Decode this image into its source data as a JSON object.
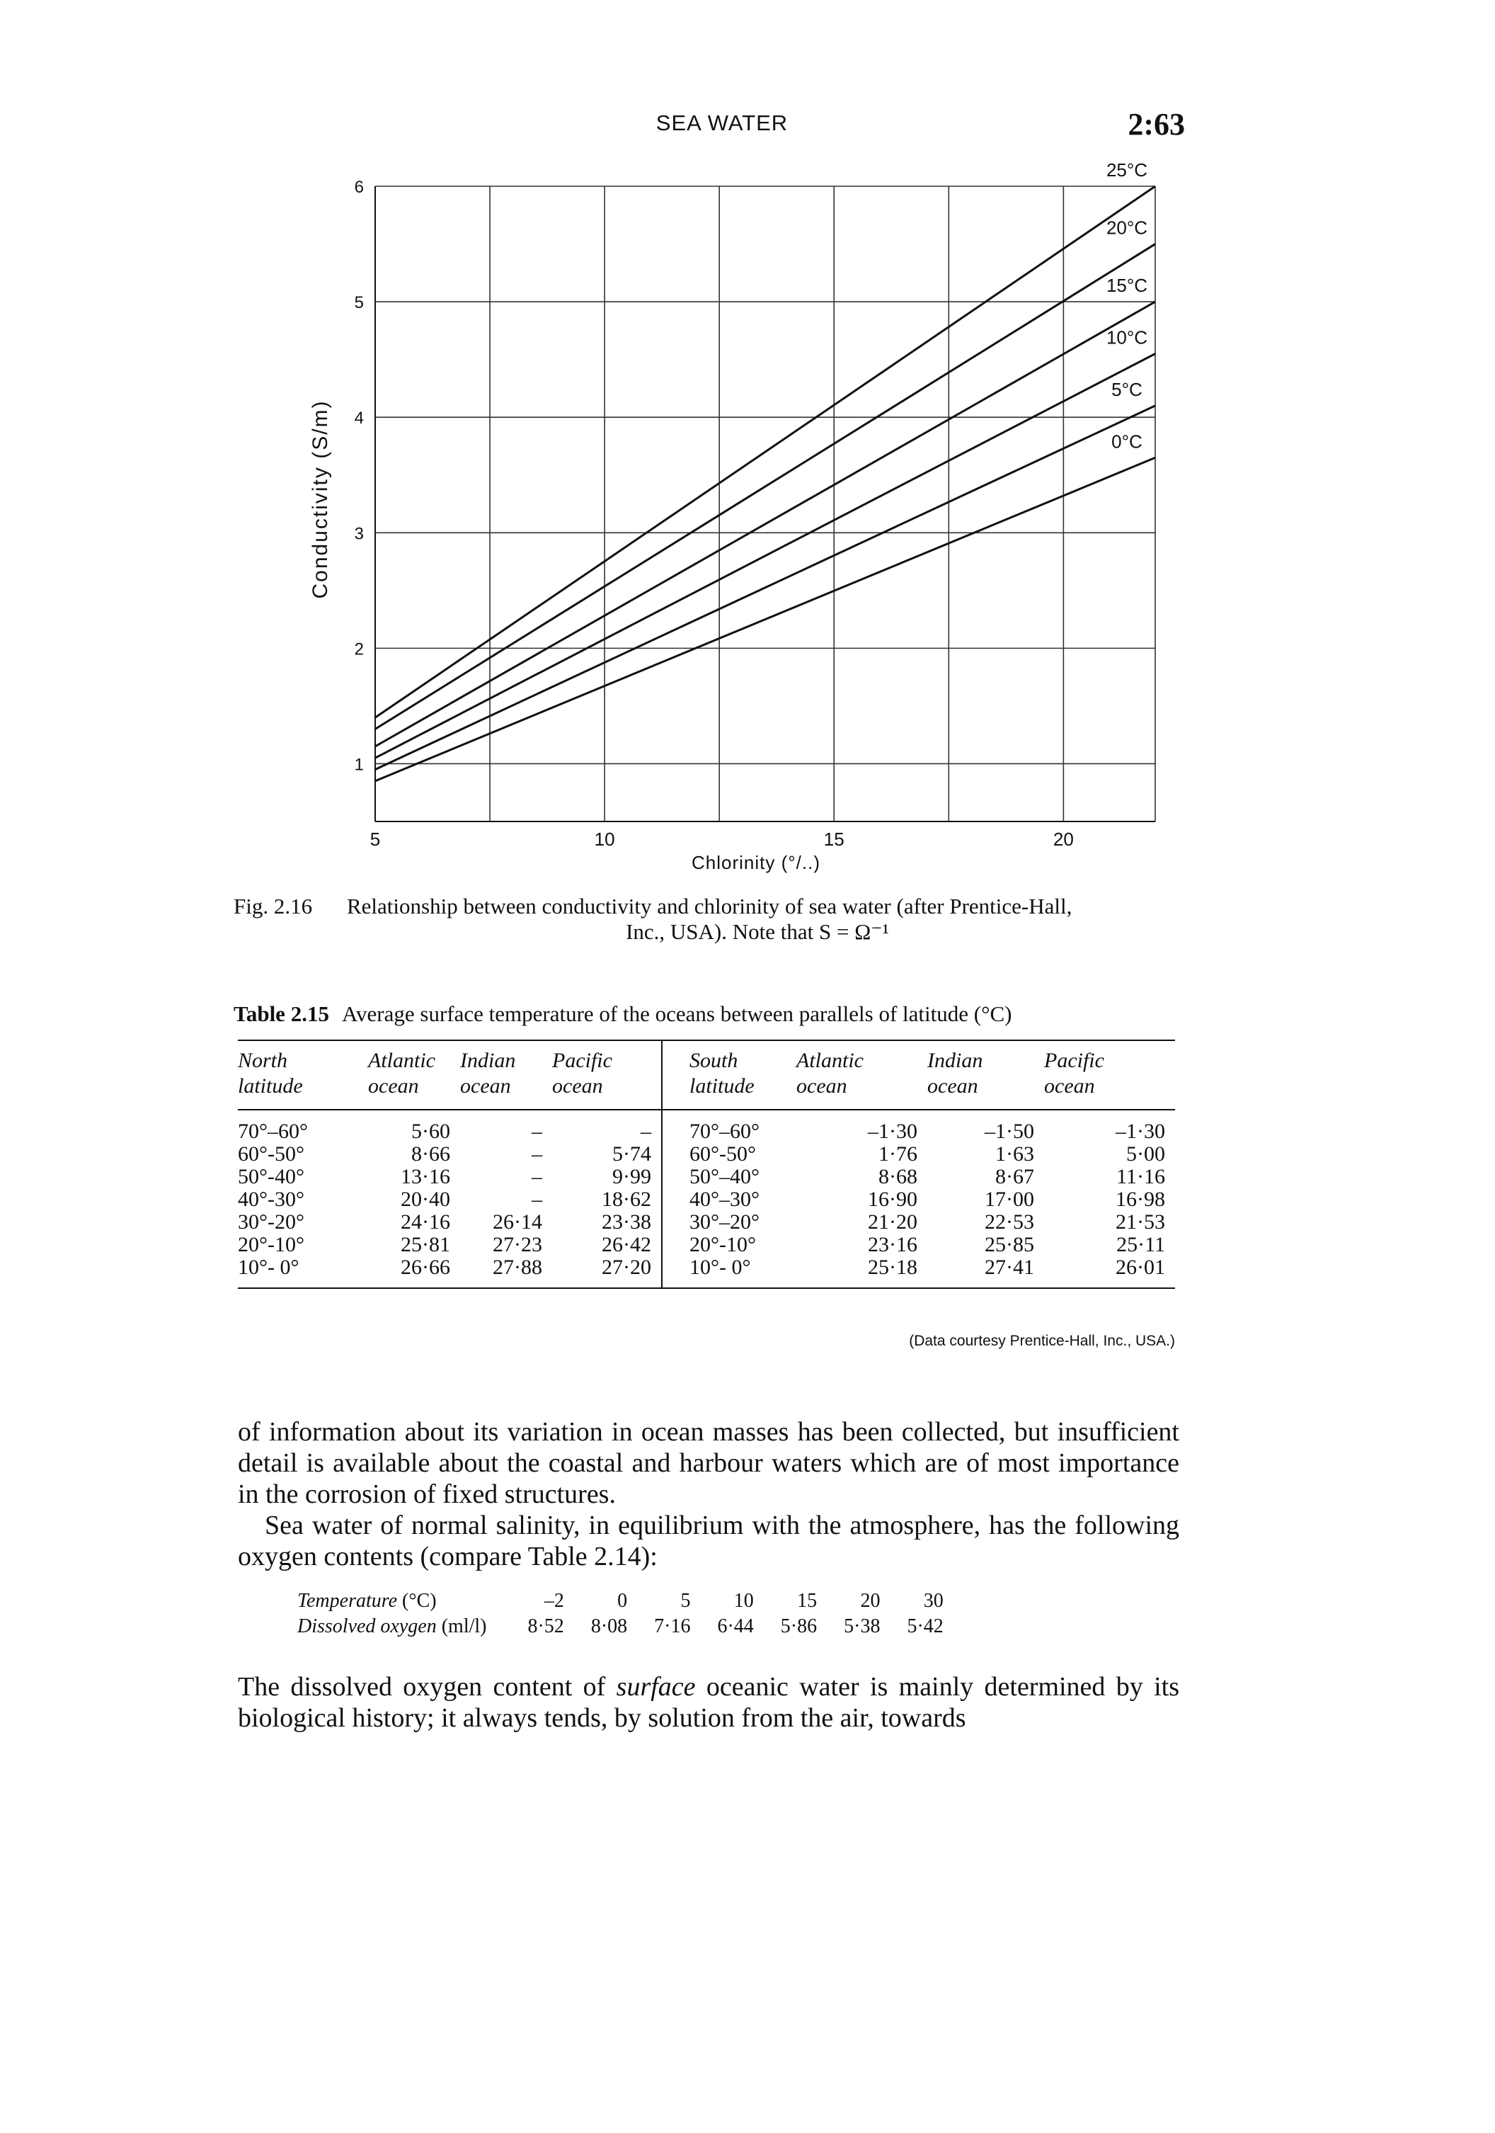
{
  "header": {
    "running_title": "SEA WATER",
    "page_number": "2:63"
  },
  "chart_data": {
    "type": "line",
    "xlabel": "Chlorinity (°/..)",
    "ylabel": "Conductivity (S/m)",
    "xlim": [
      5,
      22
    ],
    "ylim": [
      0.5,
      6
    ],
    "x_ticks": [
      "5",
      "10",
      "15",
      "20"
    ],
    "y_ticks": [
      "1",
      "2",
      "3",
      "4",
      "5",
      "6"
    ],
    "series": [
      {
        "name": "25°C",
        "x": [
          5,
          22
        ],
        "y": [
          1.4,
          6.0
        ]
      },
      {
        "name": "20°C",
        "x": [
          5,
          22
        ],
        "y": [
          1.3,
          5.5
        ]
      },
      {
        "name": "15°C",
        "x": [
          5,
          22
        ],
        "y": [
          1.15,
          5.0
        ]
      },
      {
        "name": "10°C",
        "x": [
          5,
          22
        ],
        "y": [
          1.05,
          4.55
        ]
      },
      {
        "name": "5°C",
        "x": [
          5,
          22
        ],
        "y": [
          0.95,
          4.1
        ]
      },
      {
        "name": "0°C",
        "x": [
          5,
          22
        ],
        "y": [
          0.85,
          3.65
        ]
      }
    ]
  },
  "figure": {
    "label": "Fig. 2.16",
    "caption_line1": "Relationship between conductivity and chlorinity of sea water (after Prentice-Hall,",
    "caption_line2": "Inc., USA). Note that S = Ω⁻¹"
  },
  "table": {
    "label": "Table 2.15",
    "title": "Average surface temperature of the oceans between parallels of latitude (°C)",
    "header_row1": [
      "North",
      "Atlantic",
      "Indian",
      "Pacific",
      "South",
      "Atlantic",
      "Indian",
      "Pacific"
    ],
    "header_row2": [
      "latitude",
      "ocean",
      "ocean",
      "ocean",
      "latitude",
      "ocean",
      "ocean",
      "ocean"
    ],
    "rows": [
      [
        "70°–60°",
        "5·60",
        "–",
        "–",
        "70°–60°",
        "–1·30",
        "–1·50",
        "–1·30"
      ],
      [
        "60°-50°",
        "8·66",
        "–",
        "5·74",
        "60°-50°",
        "1·76",
        "1·63",
        "5·00"
      ],
      [
        "50°-40°",
        "13·16",
        "–",
        "9·99",
        "50°–40°",
        "8·68",
        "8·67",
        "11·16"
      ],
      [
        "40°-30°",
        "20·40",
        "–",
        "18·62",
        "40°–30°",
        "16·90",
        "17·00",
        "16·98"
      ],
      [
        "30°-20°",
        "24·16",
        "26·14",
        "23·38",
        "30°–20°",
        "21·20",
        "22·53",
        "21·53"
      ],
      [
        "20°-10°",
        "25·81",
        "27·23",
        "26·42",
        "20°-10°",
        "23·16",
        "25·85",
        "25·11"
      ],
      [
        "10°- 0°",
        "26·66",
        "27·88",
        "27·20",
        "10°- 0°",
        "25·18",
        "27·41",
        "26·01"
      ]
    ],
    "source": "(Data courtesy Prentice-Hall, Inc., USA.)"
  },
  "body": {
    "para1": "of information about its variation in ocean masses has been collected, but insufficient detail is available about the coastal and harbour waters which are of most importance in the corrosion of fixed structures.",
    "para2": "Sea water of normal salinity, in equilibrium with the atmosphere, has the following oxygen contents (compare Table 2.14):",
    "para3_pre": "The dissolved oxygen content of ",
    "para3_em": "surface",
    "para3_post": " oceanic water is mainly determined by its biological history; it always tends, by solution from the air, towards"
  },
  "oxygen_table": {
    "temp_label": "Temperature",
    "temp_unit": "(°C)",
    "oxygen_label": "Dissolved oxygen",
    "oxygen_unit": "(ml/l)",
    "temperatures": [
      "–2",
      "0",
      "5",
      "10",
      "15",
      "20",
      "30"
    ],
    "oxygen_values": [
      "8·52",
      "8·08",
      "7·16",
      "6·44",
      "5·86",
      "5·38",
      "5·42"
    ]
  }
}
